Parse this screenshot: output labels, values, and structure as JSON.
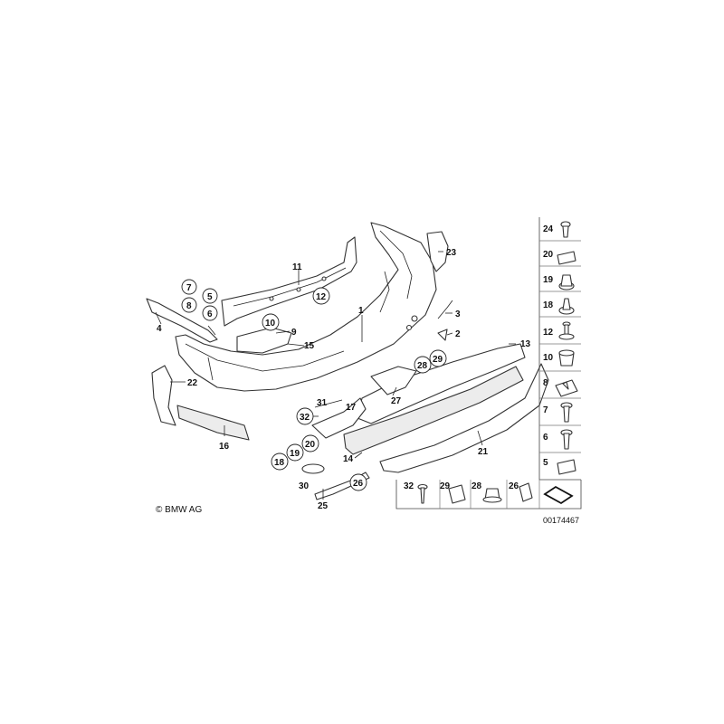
{
  "copyright": "© BMW AG",
  "ref_number": "00174467",
  "callouts": {
    "n1": "1",
    "n2": "2",
    "n3": "3",
    "n4": "4",
    "n5": "5",
    "n6": "6",
    "n7": "7",
    "n8": "8",
    "n9": "9",
    "n10": "10",
    "n11": "11",
    "n12": "12",
    "n13": "13",
    "n14": "14",
    "n15": "15",
    "n16": "16",
    "n17": "17",
    "n18": "18",
    "n19": "19",
    "n20": "20",
    "n21": "21",
    "n22": "22",
    "n23": "23",
    "n25": "25",
    "n26": "26",
    "n27": "27",
    "n28": "28",
    "n29": "29",
    "n30": "30",
    "n31": "31",
    "n32": "32"
  },
  "legend_right": [
    "24",
    "20",
    "19",
    "18",
    "12",
    "10",
    "8",
    "7",
    "6",
    "5"
  ],
  "legend_bottom": [
    "32",
    "29",
    "28",
    "26"
  ]
}
